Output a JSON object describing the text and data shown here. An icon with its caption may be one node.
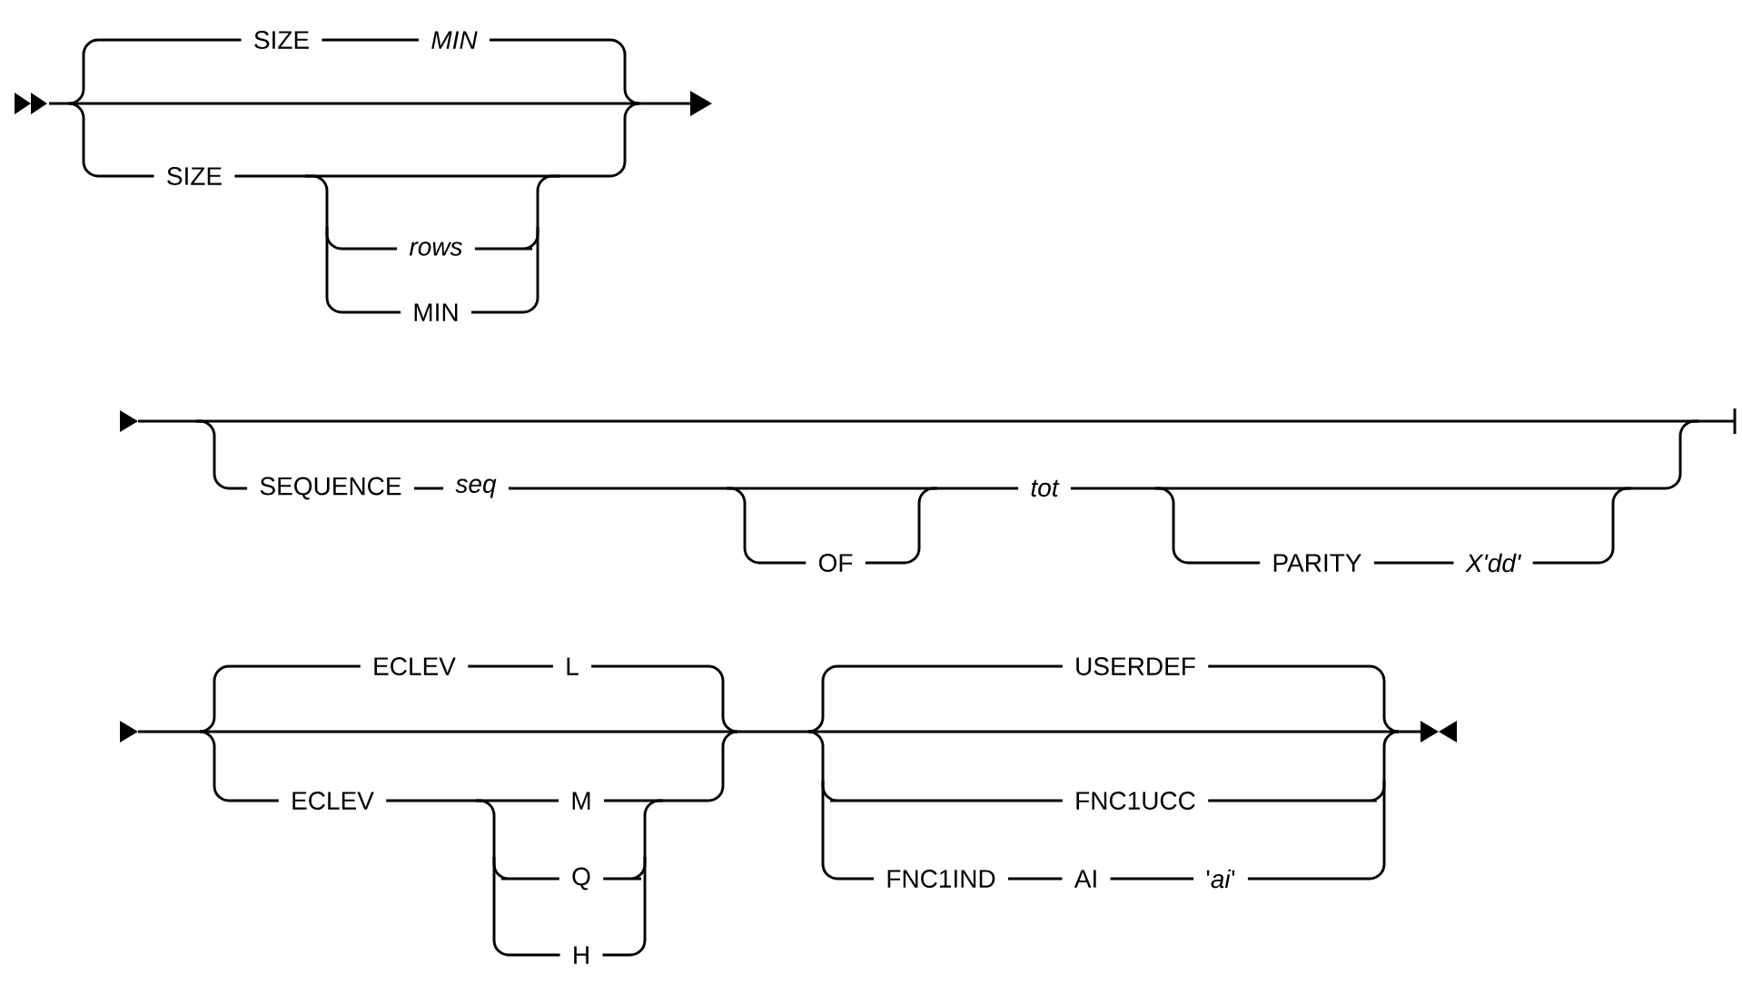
{
  "diagram": {
    "labels": [
      "SIZE",
      "MIN",
      "SIZE",
      "rows",
      "MIN",
      "SEQUENCE",
      "seq",
      "OF",
      "tot",
      "PARITY",
      "X'dd'",
      "ECLEV",
      "L",
      "USERDEF",
      "ECLEV",
      "M",
      "FNC1UCC",
      "Q",
      "FNC1IND",
      "AI",
      "'*ai*'",
      "H"
    ]
  }
}
